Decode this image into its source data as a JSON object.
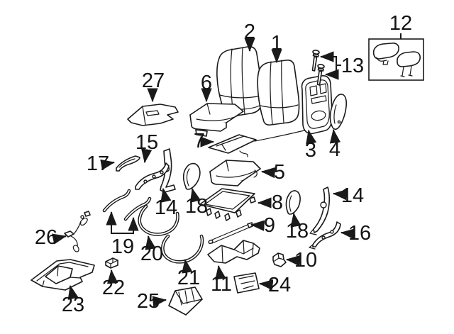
{
  "colors": {
    "background": "#ffffff",
    "line": "#1a1a1a",
    "label_text": "#141414"
  },
  "callouts": [
    {
      "label": "1",
      "part": "seat-back-cover-center"
    },
    {
      "label": "2",
      "part": "seat-back-cover-outer"
    },
    {
      "label": "3",
      "part": "seat-back-frame-panel"
    },
    {
      "label": "4",
      "part": "side-bolster-trim"
    },
    {
      "label": "5",
      "part": "seat-cushion-cover-center"
    },
    {
      "label": "6",
      "part": "seat-cushion-cover-outer"
    },
    {
      "label": "7",
      "part": "cushion-heater-mat"
    },
    {
      "label": "8",
      "part": "cushion-pan"
    },
    {
      "label": "9",
      "part": "support-rod"
    },
    {
      "label": "10",
      "part": "fastener-clip"
    },
    {
      "label": "11",
      "part": "rear-trim-panel"
    },
    {
      "label": "12",
      "part": "headrest-set"
    },
    {
      "label": "13",
      "part": "mounting-bolts"
    },
    {
      "label": "14",
      "part": "recliner-bracket-left"
    },
    {
      "label": "14",
      "part": "recliner-bracket-right"
    },
    {
      "label": "15",
      "part": "hinge-arm-left"
    },
    {
      "label": "16",
      "part": "hinge-arm-right"
    },
    {
      "label": "17",
      "part": "finish-trim-strip"
    },
    {
      "label": "18",
      "part": "side-shield-left"
    },
    {
      "label": "18",
      "part": "side-shield-right"
    },
    {
      "label": "19",
      "part": "release-cables"
    },
    {
      "label": "20",
      "part": "cable-loop-small"
    },
    {
      "label": "21",
      "part": "cable-loop-large"
    },
    {
      "label": "22",
      "part": "retainer-clip"
    },
    {
      "label": "23",
      "part": "floor-mount-bracket"
    },
    {
      "label": "24",
      "part": "specification-label"
    },
    {
      "label": "25",
      "part": "hinge-cover-wedge"
    },
    {
      "label": "26",
      "part": "wiring-harness"
    },
    {
      "label": "27",
      "part": "mounting-panel-bracket"
    }
  ]
}
